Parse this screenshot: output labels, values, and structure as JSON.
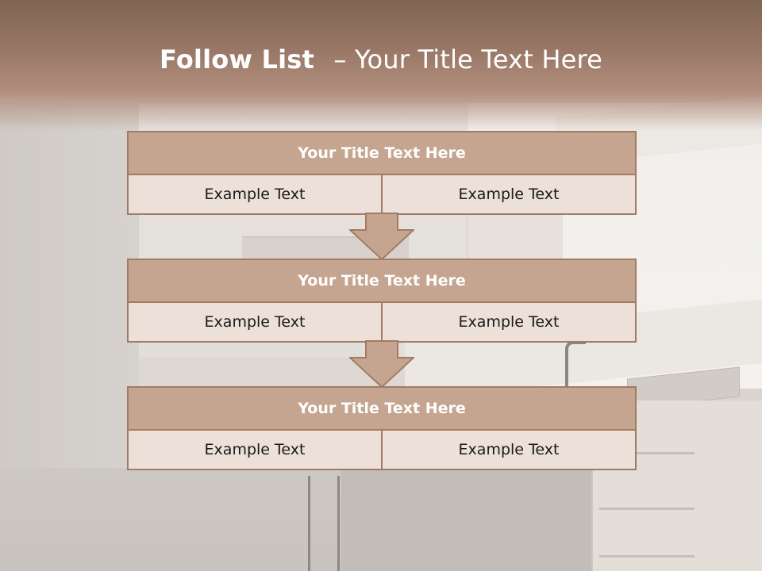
{
  "slide": {
    "title_bold": "Follow List",
    "title_rest": "– Your Title Text Here"
  },
  "steps": [
    {
      "title": "Your Title Text Here",
      "left": "Example Text",
      "right": "Example Text"
    },
    {
      "title": "Your Title Text Here",
      "left": "Example Text",
      "right": "Example Text"
    },
    {
      "title": "Your Title Text Here",
      "left": "Example Text",
      "right": "Example Text"
    }
  ],
  "colors": {
    "header_dark": "#7f6553",
    "box_title_fill": "#c6a590",
    "box_border": "#a37b64",
    "cell_fill": "#ece0d9",
    "arrow_fill": "#c6a590"
  }
}
